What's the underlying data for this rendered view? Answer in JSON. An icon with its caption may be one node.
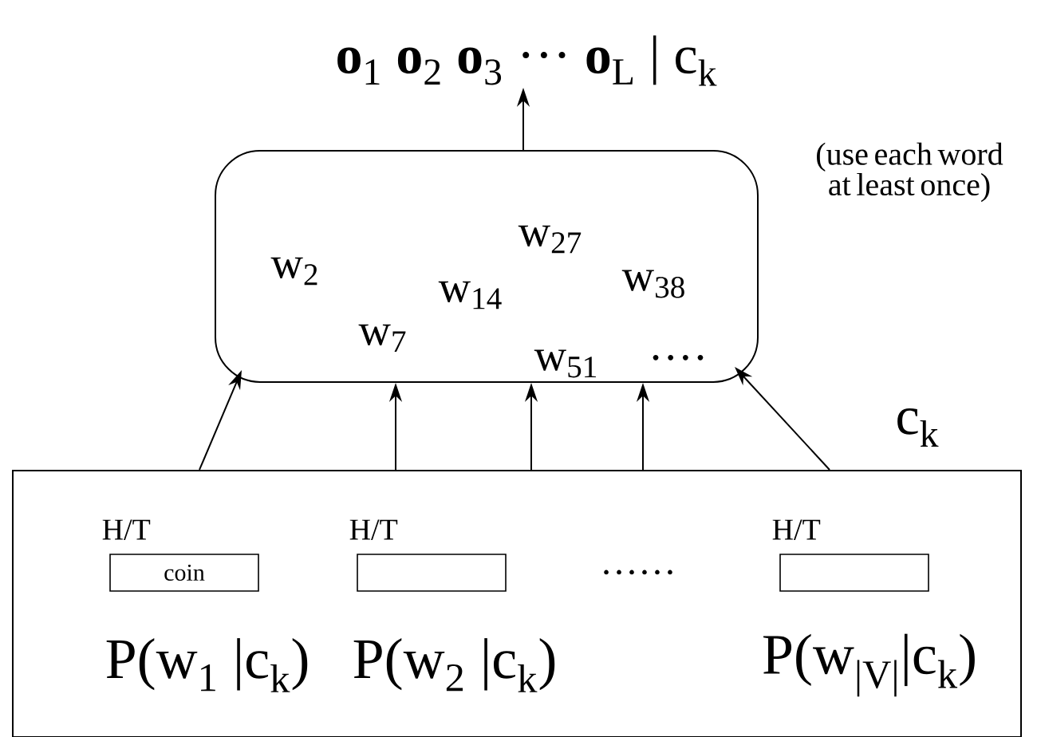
{
  "diagram": {
    "nodes": [
      {
        "text": [
          "**o**$_{1}$  **o**$_{2}$  **o**$_{3}$  ···     **o**$_{L}$  | c$_{k}$"
        ]
      },
      {
        "text": [
          "w$_{2}$",
          "w$_{27}$",
          "w$_{14}$",
          "w$_{38}$",
          "w$_{7}$",
          "w$_{51}$",
          "····"
        ],
        "beside": [
          "(use each word at least once)"
        ]
      },
      {
        "text": [
          "c$_{k}$"
        ]
      },
      {
        "text": [
          "coin"
        ],
        "in": 2,
        "beside": [
          "H/T"
        ]
      },
      {
        "text": [],
        "shape": "box",
        "in": 2,
        "beside": [
          "H/T"
        ]
      },
      {
        "text": [],
        "shape": "box",
        "in": 2,
        "beside": [
          "H/T"
        ]
      }
    ],
    "edges": [
      {
        "from": 1,
        "to": 0,
        "arrow": "to"
      },
      {
        "from": 2,
        "to": 1,
        "arrow": "to"
      },
      {
        "from": 2,
        "to": 1,
        "arrow": "to"
      },
      {
        "from": 2,
        "to": 1,
        "arrow": "to"
      },
      {
        "from": 2,
        "to": 1,
        "arrow": "to"
      },
      {
        "from": 2,
        "to": 1,
        "arrow": "to"
      }
    ],
    "labels": [
      "······",
      "P(w$_{1}$ |c$_{k}$)",
      "P(w$_{2}$ |c$_{k}$)",
      "P(w$_{|V|}$|c$_{k}$)"
    ]
  }
}
